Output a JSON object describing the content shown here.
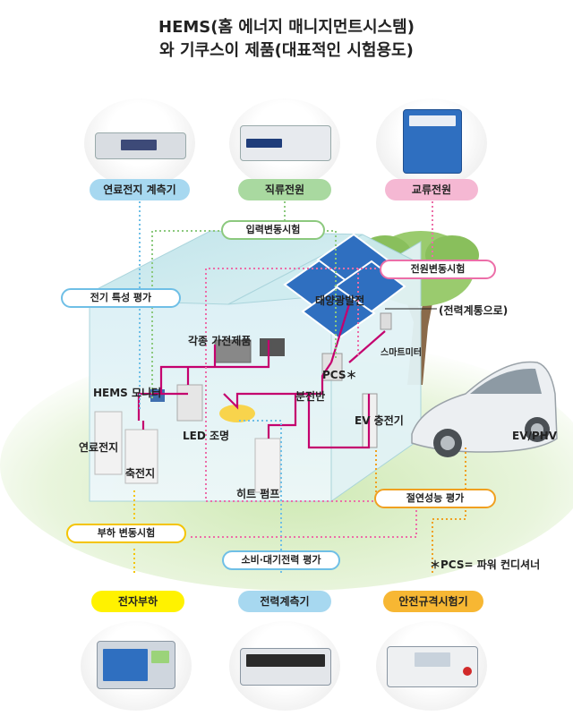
{
  "title": {
    "line1": "HEMS(홈 에너지 매니지먼트시스템)",
    "line2": "와 기쿠스이 제품(대표적인 시험용도)"
  },
  "top_products": [
    {
      "label": "연료전지 계측기",
      "color": "#a7d8f0"
    },
    {
      "label": "직류전원",
      "color": "#a9d9a0"
    },
    {
      "label": "교류전원",
      "color": "#f5b8d3"
    }
  ],
  "bottom_products": [
    {
      "label": "전자부하",
      "color": "#fff200"
    },
    {
      "label": "전력계측기",
      "color": "#a7d8f0"
    },
    {
      "label": "안전규격시험기",
      "color": "#f7b733"
    }
  ],
  "tests": {
    "input_variation": "입력변동시험",
    "power_variation": "전원변동시험",
    "electrical_characteristics": "전기 특성 평가",
    "insulation": "절연성능 평가",
    "load_variation": "부하 변동시험",
    "consumption_standby": "소비·대기전력 평가"
  },
  "house_labels": {
    "solar": "태양광발전",
    "grid": "(전력계통으로)",
    "appliances": "각종 가전제품",
    "smart_meter": "스마트미터",
    "pcs": "PCS＊",
    "hems_monitor": "HEMS 모니터",
    "distribution_board": "분전반",
    "ev_charger": "EV 충전기",
    "ev_phv": "EV/PHV",
    "led": "LED 조명",
    "fuel_cell": "연료전지",
    "storage_battery": "축전지",
    "heat_pump": "히트 펌프"
  },
  "footnote": "＊PCS= 파워 컨디셔너",
  "colors": {
    "line_blue": "#6fbfe6",
    "line_green": "#8cc97e",
    "line_pink": "#ec6ea8",
    "line_yellow": "#f4c400",
    "line_orange": "#f0a020",
    "wire_magenta": "#c4006e"
  }
}
